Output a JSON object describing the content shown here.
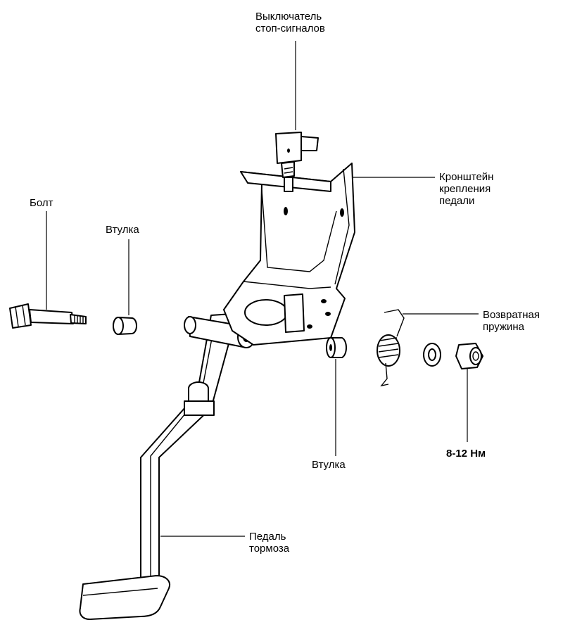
{
  "labels": {
    "stop_switch": [
      "Выключатель",
      "стоп-сигналов"
    ],
    "bracket": [
      "Кронштейн",
      "крепления",
      "педали"
    ],
    "bolt": [
      "Болт"
    ],
    "bushing_left": [
      "Втулка"
    ],
    "bushing_right": [
      "Втулка"
    ],
    "return_spring": [
      "Возвратная",
      "пружина"
    ],
    "torque": [
      "8-12 Нм"
    ],
    "brake_pedal": [
      "Педаль",
      "тормоза"
    ]
  }
}
